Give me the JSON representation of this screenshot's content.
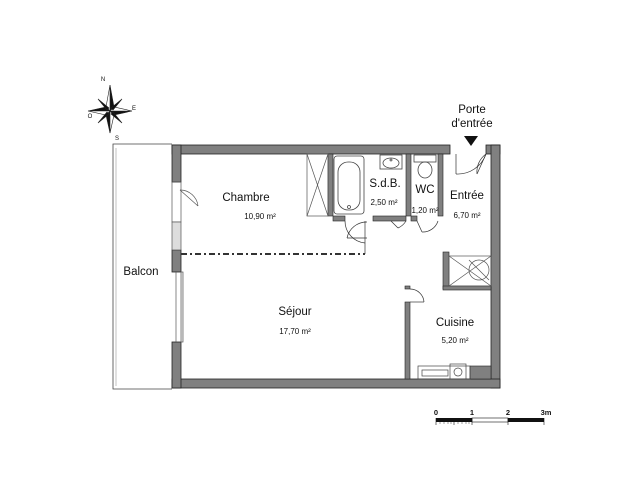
{
  "rooms": {
    "chambre": {
      "name": "Chambre",
      "area": "10,90 m²"
    },
    "sdb": {
      "name": "S.d.B.",
      "area": "2,50 m²"
    },
    "wc": {
      "name": "WC",
      "area": "1,20 m²"
    },
    "entree": {
      "name": "Entrée",
      "area": "6,70 m²"
    },
    "sejour": {
      "name": "Séjour",
      "area": "17,70 m²"
    },
    "cuisine": {
      "name": "Cuisine",
      "area": "5,20 m²"
    },
    "balcon": {
      "name": "Balcon"
    }
  },
  "entry": {
    "line1": "Porte",
    "line2": "d'entrée"
  },
  "compass": {
    "north": "N",
    "south": "S",
    "east": "E",
    "west": "O"
  },
  "scale": {
    "ticks": [
      "0",
      "1",
      "2",
      "3m"
    ]
  },
  "colors": {
    "wall": "#808080",
    "outline": "#222222",
    "line": "#333333"
  }
}
